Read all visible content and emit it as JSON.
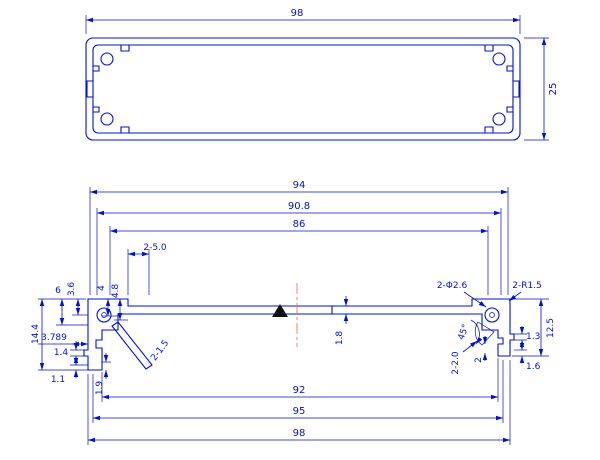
{
  "colors": {
    "line": "#0013cc",
    "centerline": "#ff7055",
    "background": "#ffffff",
    "center_marker": "#111111"
  },
  "top_view": {
    "dim_width": "98",
    "dim_height": "25"
  },
  "section_view": {
    "center_marker": "solid-triangle",
    "top_dims": {
      "d1": "94",
      "d2": "90.8",
      "d3": "86",
      "d4": "2-5.0"
    },
    "left_dims": {
      "d6": "6",
      "d3_6": "3.6",
      "d4": "4",
      "d4_8": "4.8",
      "d14_4": "14.4",
      "d3_789": "3.789",
      "d1_4": "1.4",
      "d1_1": "1.1",
      "d1_9": "1.9",
      "rib": "2-1.5"
    },
    "center_dims": {
      "plate": "1.8"
    },
    "right_dims": {
      "holes": "2-Φ2.6",
      "corner_radius": "2-R1.5",
      "d12_5": "12.5",
      "d1_3": "1.3",
      "d1_6": "1.6",
      "d2_0": "2-2.0",
      "d2": "2",
      "angle": "45°"
    },
    "bottom_dims": {
      "d92": "92",
      "d95": "95",
      "d98": "98"
    }
  }
}
